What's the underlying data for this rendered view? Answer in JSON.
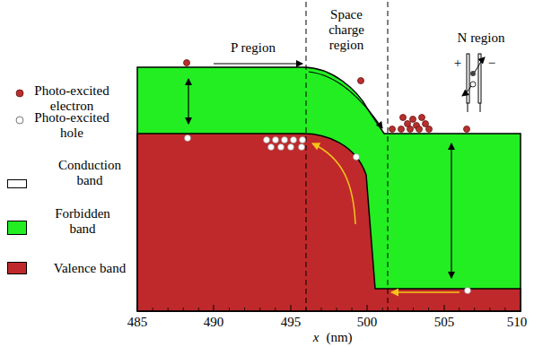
{
  "diagram": {
    "labels": [
      "P region",
      "Space charge region",
      "N region",
      "+",
      "−",
      "485",
      "490",
      "495",
      "500",
      "505",
      "510",
      "x",
      "(nm)"
    ],
    "legend": [
      {
        "text": "Photo-excited electron"
      },
      {
        "text": "Photo-excited hole"
      },
      {
        "text": "Conduction band",
        "color": "#ffffff"
      },
      {
        "text": "Forbidden band",
        "color": "#22ee22"
      },
      {
        "text": "Valence band",
        "color": "#c0292b"
      }
    ]
  }
}
